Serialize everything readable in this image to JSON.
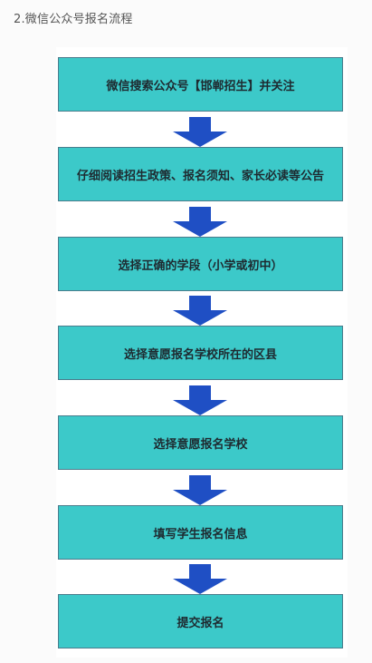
{
  "heading": "2.微信公众号报名流程",
  "colors": {
    "box_fill": "#3cc9c9",
    "box_border": "#4a7c8c",
    "arrow_fill": "#1f4fc4",
    "text": "#1e2a30"
  },
  "steps": [
    {
      "label": "微信搜索公众号【邯郸招生】并关注"
    },
    {
      "label": "仔细阅读招生政策、报名须知、家长必读等公告"
    },
    {
      "label": "选择正确的学段（小学或初中）"
    },
    {
      "label": "选择意愿报名学校所在的区县"
    },
    {
      "label": "选择意愿报名学校"
    },
    {
      "label": "填写学生报名信息"
    },
    {
      "label": "提交报名"
    }
  ]
}
